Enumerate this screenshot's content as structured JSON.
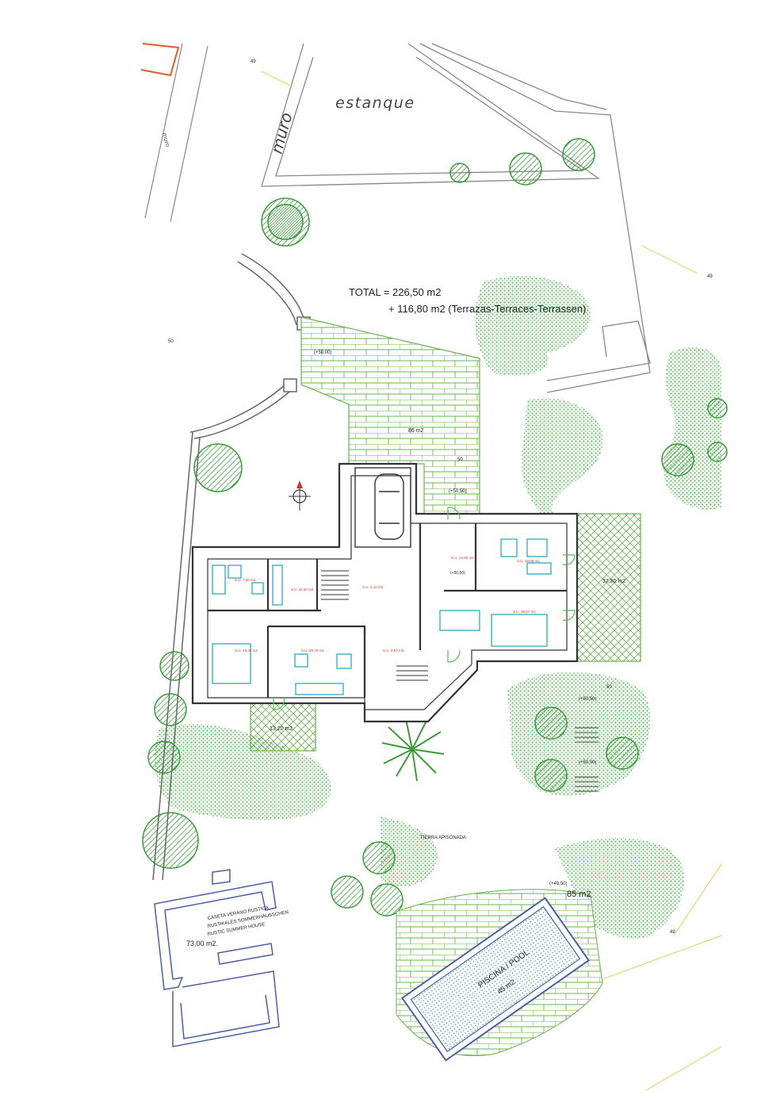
{
  "plan": {
    "estanque": "estanque",
    "muro_large": "muro",
    "muro_small": "muro",
    "total_line1": "TOTAL = 226,50 m2",
    "total_line2": "+ 116,80 m2 (Terrazas-Terraces-Terrassen)",
    "terrace_main_area": "86 m2",
    "terrace_main_level": "(+50,00)",
    "terrace_level_b": "(+50,50)",
    "terrace_right_area": "37,80 m2",
    "terrace_small_area": "13,20 m2",
    "pool_terrace_area": "85 m2",
    "pool_terrace_level": "(+49,50)",
    "pool_label": "PISCINA / POOL",
    "pool_area": "45 m2",
    "tierra": "TIERRA APISONADA",
    "caseta_line1": "CASETA VERANO RUSTICA",
    "caseta_line2": "RUSTIKALES SOMMERHÄUSSCHEN",
    "caseta_line3": "RUSTIC SUMMER HOUSE",
    "caseta_area": "73,00 m2.",
    "level_house": "(+50,50)",
    "level_right_a": "(+50,50)",
    "level_right_b": "(+50,00)",
    "contour_49_top": "49",
    "contour_49_right": "49",
    "contour_49_bottom": "49",
    "contour_50_left": "50",
    "contour_50_terrace": "50",
    "contour_50_right": "50",
    "rooms": {
      "bath1": "S.U. 7,60 m2",
      "bath2": "S.U. 11,50 m2",
      "hall": "S.U. 2,10 m2",
      "bed": "S.U. 18,45 m2",
      "kitchen": "S.U. 20,70 m2",
      "entry": "S.U. 9,67 m2",
      "salon1": "S.U. 14,60 m2",
      "salon2": "S.U. 16,06 m2",
      "dining": "S.U. 38,57 m2"
    }
  }
}
